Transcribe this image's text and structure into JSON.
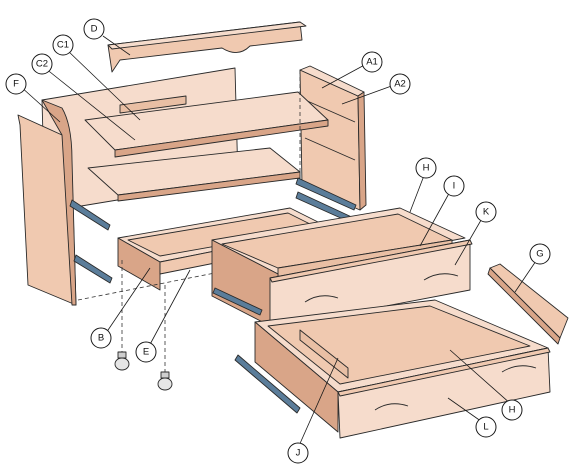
{
  "diagram": {
    "colors": {
      "wood_light": "#f6dccc",
      "wood_mid": "#f0c9b0",
      "wood_dark": "#d9a588",
      "rail": "#5b7d9a",
      "outline": "#2a2a2a"
    },
    "labels": {
      "A1": "A1",
      "A2": "A2",
      "B": "B",
      "C1": "C1",
      "C2": "C2",
      "D": "D",
      "E": "E",
      "F": "F",
      "G": "G",
      "H_upper": "H",
      "H_lower": "H",
      "I": "I",
      "J": "J",
      "K": "K",
      "L": "L"
    }
  }
}
